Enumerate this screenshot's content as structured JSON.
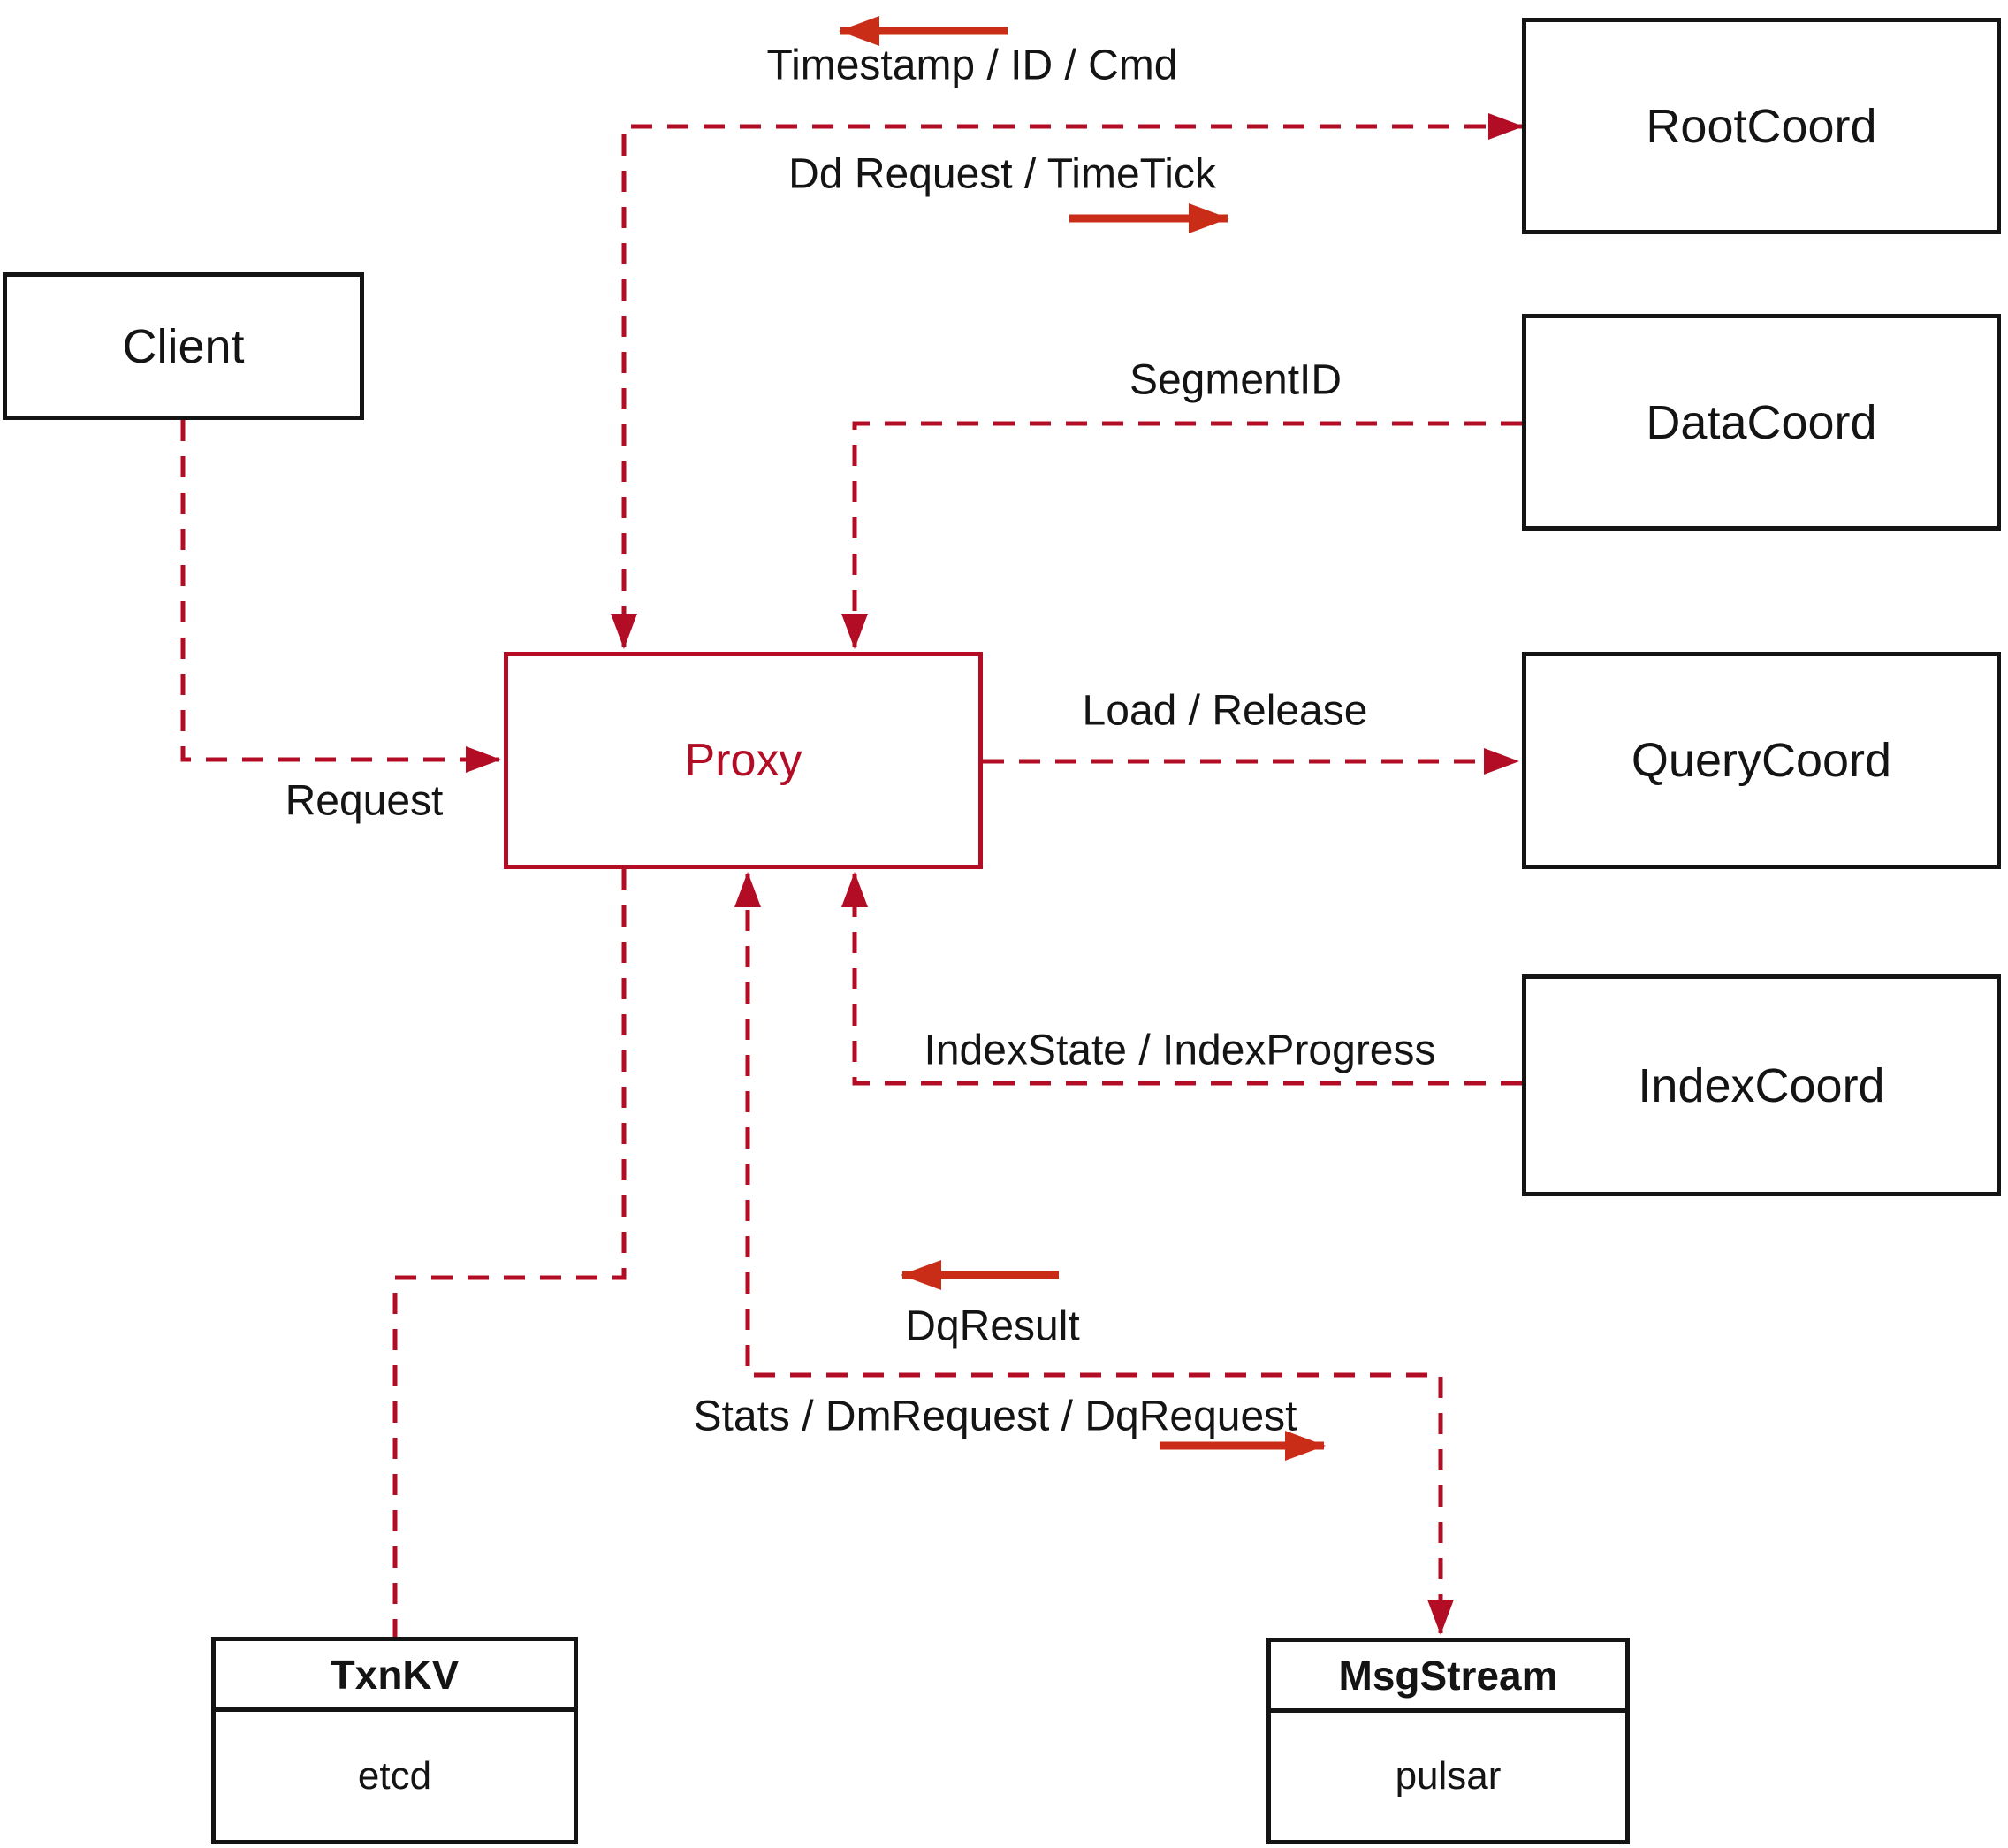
{
  "diagram": {
    "nodes": {
      "client": {
        "label": "Client"
      },
      "proxy": {
        "label": "Proxy"
      },
      "root_coord": {
        "label": "RootCoord"
      },
      "data_coord": {
        "label": "DataCoord"
      },
      "query_coord": {
        "label": "QueryCoord"
      },
      "index_coord": {
        "label": "IndexCoord"
      },
      "txn_kv": {
        "title": "TxnKV",
        "subtitle": "etcd"
      },
      "msg_stream": {
        "title": "MsgStream",
        "subtitle": "pulsar"
      }
    },
    "edge_labels": {
      "timestamp": "Timestamp / ID / Cmd",
      "dd_request": "Dd Request / TimeTick",
      "segment_id": "SegmentID",
      "request": "Request",
      "load_release": "Load / Release",
      "index_state": "IndexState / IndexProgress",
      "dq_result": "DqResult",
      "stats": "Stats / DmRequest / DqRequest"
    },
    "colors": {
      "dashed_line_red": "#b30d26",
      "solid_arrow_red": "#c92d18",
      "box_border_black": "#141414",
      "text_black": "#141414"
    }
  }
}
